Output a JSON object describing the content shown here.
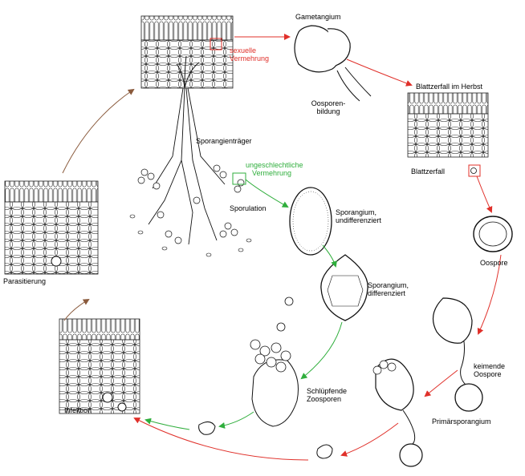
{
  "colors": {
    "sexual": "#e0302a",
    "asexual": "#2fae3c",
    "general": "#8a5a3c",
    "ink": "#111111"
  },
  "labels": {
    "gametangium": "Gametangium",
    "sexual_reproduction": [
      "sexuelle",
      "Vermehrung"
    ],
    "oospore_formation": [
      "Oosporen-",
      "bildung"
    ],
    "leaf_fall_autumn": "Blattzerfall im Herbst",
    "leaf_fall": "Blattzerfall",
    "oospore": "Oospore",
    "sporangiophore": "Sporangienträger",
    "asexual_reproduction": [
      "ungeschlechtliche",
      "Vermehrung"
    ],
    "sporulation": "Sporulation",
    "sporangium_undiff": [
      "Sporangium,",
      "undifferenziert"
    ],
    "sporangium_diff": [
      "Sporangium,",
      "differenziert"
    ],
    "germinating_oospore": [
      "keimende",
      "Oospore"
    ],
    "hatching_zoospores": [
      "Schlüpfende",
      "Zoosporen"
    ],
    "primary_sporangium": "Primärsporangium",
    "parasitization": "Parasitierung",
    "infection": "Infektion"
  }
}
